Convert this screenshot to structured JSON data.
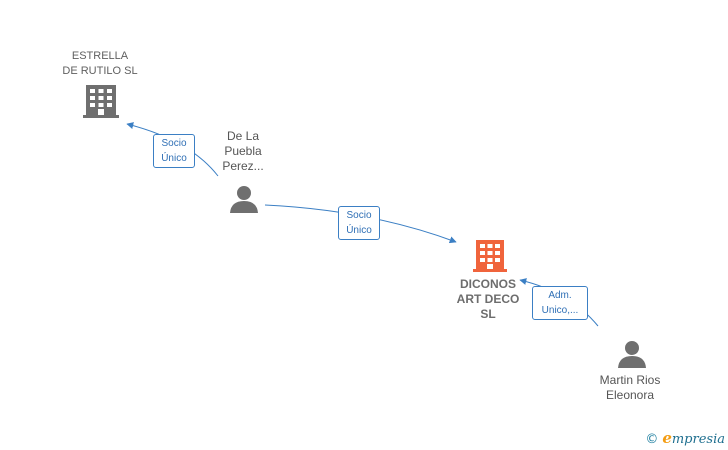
{
  "nodes": {
    "estrella": {
      "lines": [
        "ESTRELLA",
        "DE RUTILO SL"
      ],
      "color": "#6f6f6f"
    },
    "dela_puebla": {
      "lines": [
        "De La",
        "Puebla",
        "Perez..."
      ],
      "color": "#6f6f6f"
    },
    "diconos": {
      "lines": [
        "DICONOS",
        "ART DECO",
        "SL"
      ],
      "color": "#f0643c"
    },
    "martin": {
      "lines": [
        "Martin Rios",
        "Eleonora"
      ],
      "color": "#6f6f6f"
    }
  },
  "edges": {
    "e1": {
      "lines": [
        "Socio",
        "Único"
      ]
    },
    "e2": {
      "lines": [
        "Socio",
        "Único"
      ]
    },
    "e3": {
      "lines": [
        "Adm.",
        "Unico,..."
      ]
    }
  },
  "colors": {
    "edge": "#3b7fc4"
  },
  "footer": {
    "copyright": "©",
    "brand_e": "e",
    "brand_rest": "mpresia"
  }
}
